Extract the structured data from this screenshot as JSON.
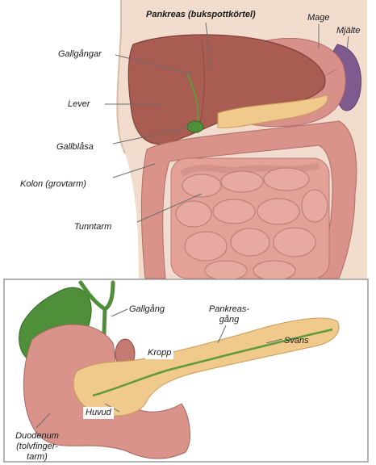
{
  "top_labels": {
    "pancreas": "Pankreas (bukspottkörtel)",
    "stomach": "Mage",
    "spleen": "Mjälte",
    "bile_ducts": "Gallgångar",
    "liver": "Lever",
    "gallbladder": "Gallblåsa",
    "colon": "Kolon (grovtarm)",
    "small_intestine": "Tunntarm"
  },
  "inset_labels": {
    "bile_duct": "Gallgång",
    "pancreatic_duct": "Pankreas-\ngång",
    "body": "Kropp",
    "tail": "Svans",
    "head": "Huvud",
    "duodenum": "Duodenum\n(tolvfinger-\ntarm)"
  },
  "colors": {
    "skin": "#f1dccd",
    "liver": "#a95c52",
    "stomach": "#d8908a",
    "spleen": "#7e5a8e",
    "intestine": "#e7a9a0",
    "colon": "#d9938a",
    "gallbladder": "#4f8f3a",
    "pancreas": "#f0c98c",
    "duct": "#5f9a3c"
  }
}
